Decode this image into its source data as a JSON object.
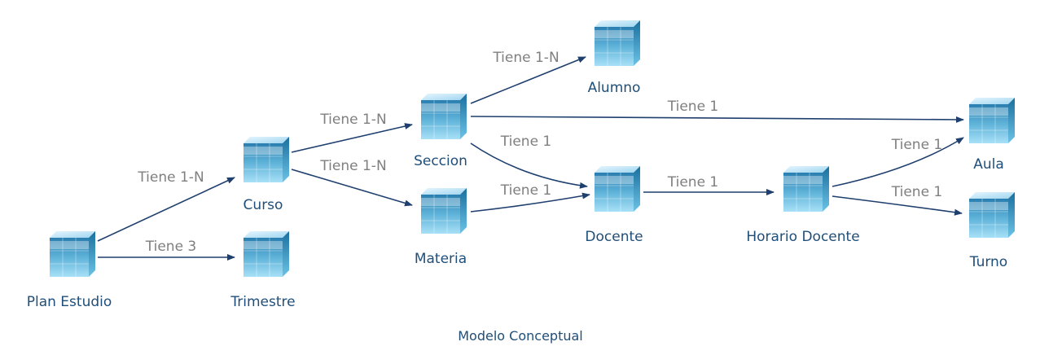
{
  "colors": {
    "node_label": "#1f4e79",
    "edge_label": "#7f7f7f",
    "edge_line": "#1f3f6e",
    "caption": "#1f4e79",
    "cube_light": "#cfefff",
    "cube_mid": "#5fb3d9",
    "cube_dark": "#1a6f9e"
  },
  "nodes": [
    {
      "id": "plan",
      "label": "Plan Estudio",
      "icon": "cube-icon"
    },
    {
      "id": "curso",
      "label": "Curso",
      "icon": "cube-icon"
    },
    {
      "id": "trimestre",
      "label": "Trimestre",
      "icon": "cube-icon"
    },
    {
      "id": "seccion",
      "label": "Seccion",
      "icon": "cube-icon"
    },
    {
      "id": "materia",
      "label": "Materia",
      "icon": "cube-icon"
    },
    {
      "id": "alumno",
      "label": "Alumno",
      "icon": "cube-icon"
    },
    {
      "id": "docente",
      "label": "Docente",
      "icon": "cube-icon"
    },
    {
      "id": "horario",
      "label": "Horario Docente",
      "icon": "cube-icon"
    },
    {
      "id": "aula",
      "label": "Aula",
      "icon": "cube-icon"
    },
    {
      "id": "turno",
      "label": "Turno",
      "icon": "cube-icon"
    }
  ],
  "edges": [
    {
      "from": "plan",
      "to": "curso",
      "label": "Tiene 1-N"
    },
    {
      "from": "plan",
      "to": "trimestre",
      "label": "Tiene 3"
    },
    {
      "from": "curso",
      "to": "seccion",
      "label": "Tiene 1-N"
    },
    {
      "from": "curso",
      "to": "materia",
      "label": "Tiene 1-N"
    },
    {
      "from": "seccion",
      "to": "alumno",
      "label": "Tiene 1-N"
    },
    {
      "from": "seccion",
      "to": "aula",
      "label": "Tiene 1"
    },
    {
      "from": "seccion",
      "to": "docente",
      "label": "Tiene 1"
    },
    {
      "from": "materia",
      "to": "docente",
      "label": "Tiene 1"
    },
    {
      "from": "docente",
      "to": "horario",
      "label": "Tiene 1"
    },
    {
      "from": "horario",
      "to": "aula",
      "label": "Tiene 1"
    },
    {
      "from": "horario",
      "to": "turno",
      "label": "Tiene 1"
    }
  ],
  "caption": "Modelo Conceptual"
}
